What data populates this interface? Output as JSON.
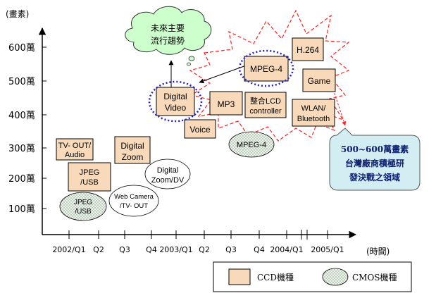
{
  "axes": {
    "y_unit": "(畫素)",
    "x_unit": "(時間)",
    "y_ticks": [
      "600萬",
      "500萬",
      "400萬",
      "300萬",
      "200萬",
      "100萬"
    ],
    "x_ticks": [
      "2002/Q1",
      "Q2",
      "Q3",
      "Q4",
      "2003/Q1",
      "Q2",
      "Q3",
      "Q4",
      "2004/Q1",
      "2005/Q1"
    ]
  },
  "ccd_boxes": {
    "tv_out": [
      "TV- OUT/",
      "Audio"
    ],
    "jpeg_usb": [
      "JPEG",
      "/USB"
    ],
    "digital_zoom": [
      "Digital",
      "Zoom"
    ],
    "digital_video": [
      "Digital",
      "Video"
    ],
    "voice": "Voice",
    "mp3": "MP3",
    "lcd_controller": [
      "整合LCD",
      "controller"
    ],
    "mpeg4": "MPEG-4",
    "h264": "H.264",
    "game": "Game",
    "wlan": [
      "WLAN/",
      "Bluetooth"
    ]
  },
  "cmos_ellipses": {
    "jpeg_usb": [
      "JPEG",
      "/USB"
    ],
    "web_camera": [
      "Web Camera",
      "/TV- OUT"
    ],
    "digital_zoom_dv": [
      "Digital",
      "Zoom/DV"
    ],
    "mpeg4": "MPEG-4"
  },
  "cloud": [
    "未來主要",
    "流行趨勢"
  ],
  "callout": [
    "500~600萬畫素",
    "台灣廠商積極研",
    "發決戰之領域"
  ],
  "legend": {
    "ccd": "CCD機種",
    "cmos": "CMOS機種"
  },
  "colors": {
    "box_fill": "#f8d9b9",
    "dotted_fill": "#e8eee8",
    "callout_fill": "#d3eef3",
    "cloud_fill": "#ccffcc",
    "star_red": "#ff2222",
    "blue_dots": "#2222cc"
  }
}
